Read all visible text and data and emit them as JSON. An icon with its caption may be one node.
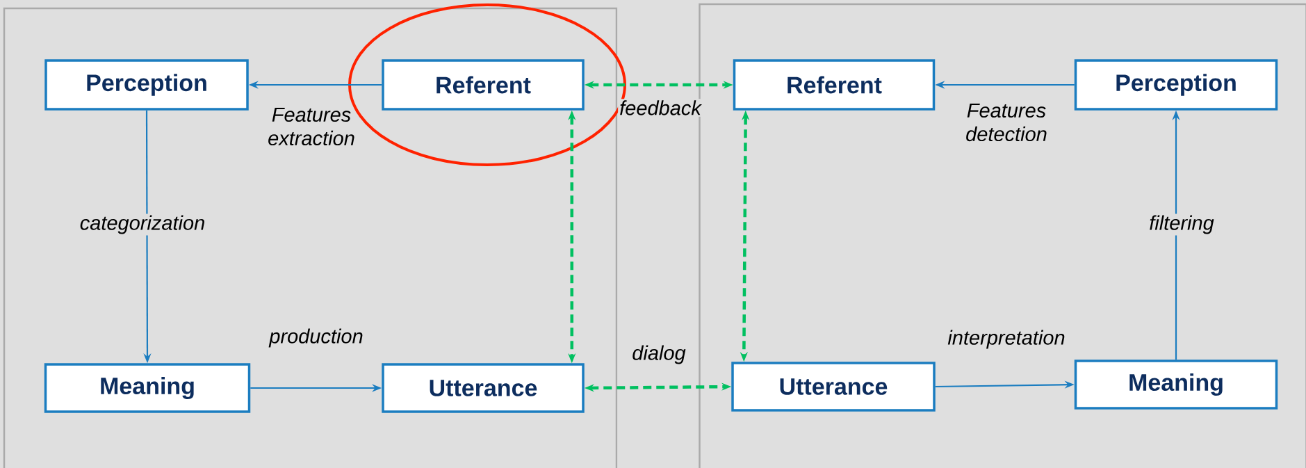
{
  "diagram": {
    "nodes": [
      {
        "text": [],
        "shape": "box"
      },
      {
        "text": [],
        "shape": "box"
      },
      {
        "text": [
          "Perception"
        ],
        "in": 0
      },
      {
        "text": [
          "Referent"
        ],
        "in": 0
      },
      {
        "text": [
          "Meaning"
        ],
        "in": 0
      },
      {
        "text": [
          "Utterance"
        ],
        "in": 0
      },
      {
        "text": [
          "Referent"
        ],
        "in": 1
      },
      {
        "text": [
          "Perception"
        ],
        "in": 1
      },
      {
        "text": [
          "Utterance"
        ],
        "in": 1
      },
      {
        "text": [
          "Meaning"
        ],
        "in": 1
      }
    ],
    "edges": [
      {
        "from": 3,
        "to": 2,
        "arrow": "to",
        "label": "Features extraction"
      },
      {
        "from": 2,
        "to": 4,
        "arrow": "to",
        "label": "categorization"
      },
      {
        "from": 4,
        "to": 5,
        "arrow": "to",
        "label": "production"
      },
      {
        "from": 3,
        "to": 6,
        "arrow": "both",
        "label": "feedback",
        "style": "dashed",
        "color": "#00c060"
      },
      {
        "from": 3,
        "to": 5,
        "arrow": "both",
        "style": "dashed",
        "color": "#00c060"
      },
      {
        "from": 5,
        "to": 8,
        "arrow": "both",
        "label": "dialog",
        "style": "dashed",
        "color": "#00c060"
      },
      {
        "from": 6,
        "to": 8,
        "arrow": "both",
        "style": "dashed",
        "color": "#00c060"
      },
      {
        "from": 7,
        "to": 6,
        "arrow": "to",
        "label": "Features detection"
      },
      {
        "from": 8,
        "to": 9,
        "arrow": "to",
        "label": "interpretation"
      },
      {
        "from": 9,
        "to": 7,
        "arrow": "to",
        "label": "filtering"
      }
    ]
  }
}
